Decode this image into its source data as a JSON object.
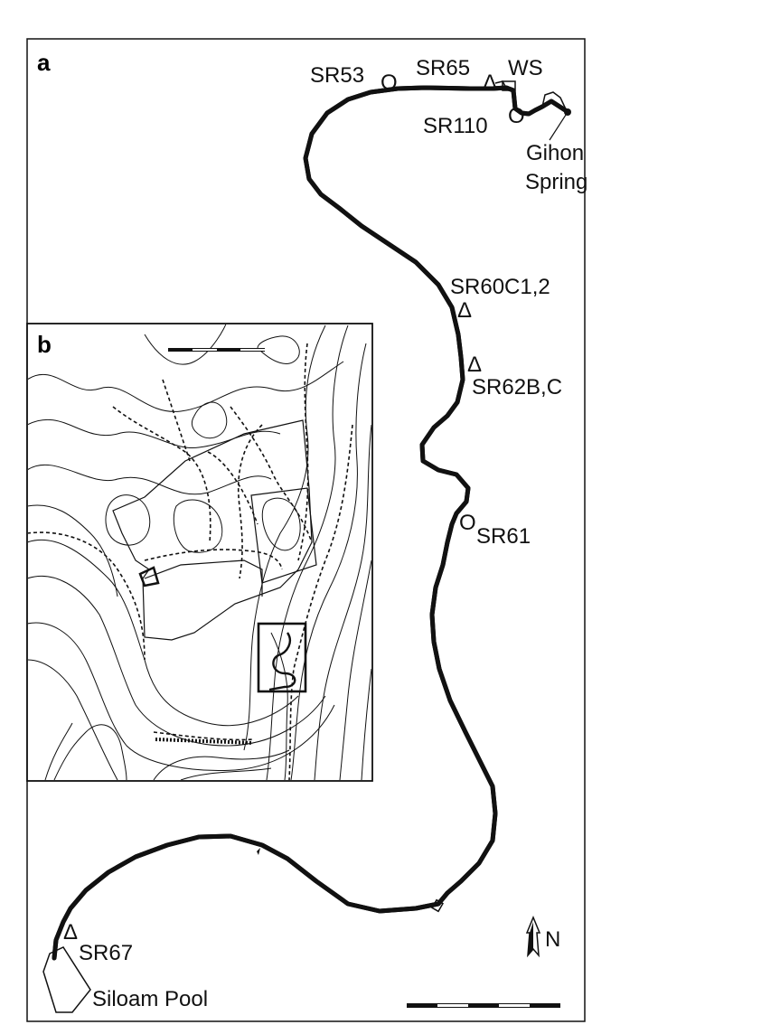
{
  "panels": {
    "a": "a",
    "b": "b"
  },
  "labels": {
    "sr53": "SR53",
    "sr65": "SR65",
    "ws": "WS",
    "sr110": "SR110",
    "gihon_line1": "Gihon",
    "gihon_line2": "Spring",
    "sr60": "SR60C1,2",
    "sr62": "SR62B,C",
    "sr61": "SR61",
    "sr67": "SR67",
    "siloam": "Siloam Pool",
    "north": "N"
  },
  "symbols": {
    "triangle": "Δ",
    "circle": "O"
  },
  "colors": {
    "ink": "#111111",
    "background": "#ffffff"
  },
  "icons": {
    "north": "north-arrow-icon",
    "spring": "spring-dot-icon"
  }
}
